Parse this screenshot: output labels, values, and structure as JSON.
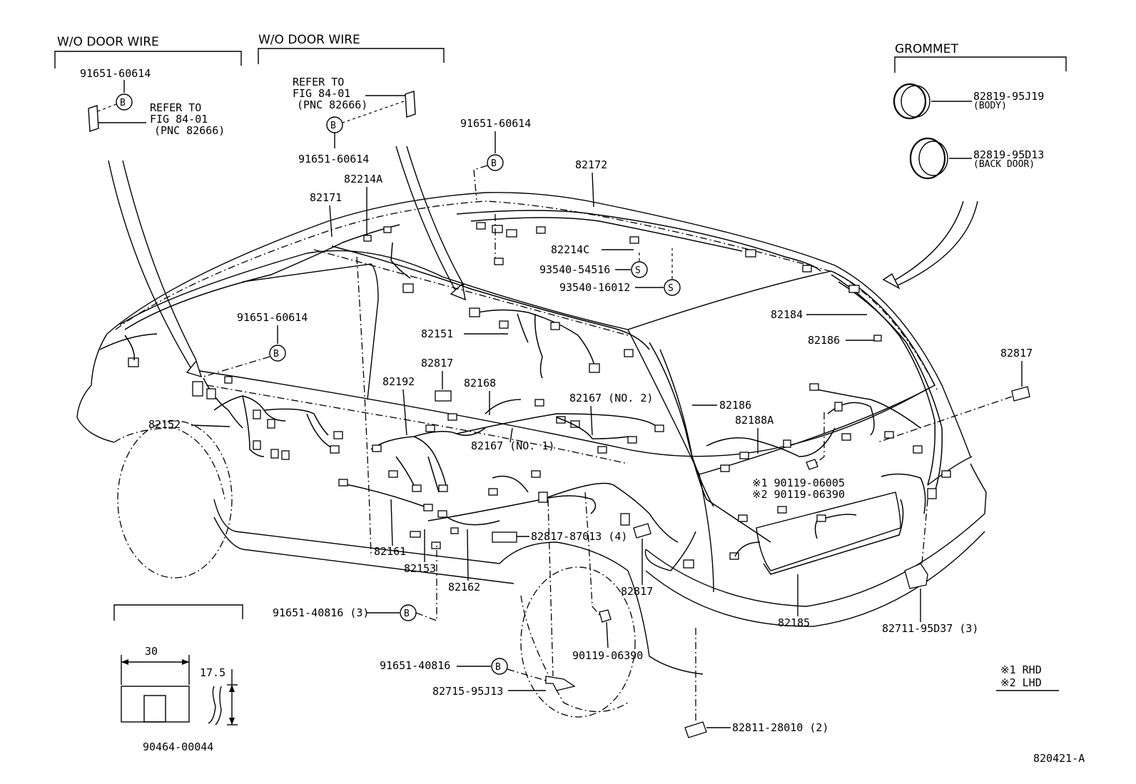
{
  "headers": {
    "wo_door_wire_left": "W/O DOOR WIRE",
    "wo_door_wire_mid": "W/O DOOR WIRE",
    "grommet": "GROMMET"
  },
  "symbols": {
    "b": "B",
    "s": "S"
  },
  "refer_left": {
    "line1": "REFER TO",
    "line2": "FIG 84-01",
    "line3": "(PNC 82666)"
  },
  "refer_mid": {
    "line1": "REFER TO",
    "line2": "FIG 84-01",
    "line3": "(PNC 82666)"
  },
  "grommet_items": [
    {
      "part": "82819-95J19",
      "note": "(BODY)"
    },
    {
      "part": "82819-95D13",
      "note": "(BACK DOOR)"
    }
  ],
  "parts": {
    "p91651_60614_a": "91651-60614",
    "p91651_60614_b": "91651-60614",
    "p91651_60614_c": "91651-60614",
    "p91651_60614_d": "91651-60614",
    "p82214a": "82214A",
    "p82171": "82171",
    "p82172": "82172",
    "p82214c": "82214C",
    "p93540_54516": "93540-54516",
    "p93540_16012": "93540-16012",
    "p82184": "82184",
    "p82186_a": "82186",
    "p82186_b": "82186",
    "p82151": "82151",
    "p82817_a": "82817",
    "p82817_b": "82817",
    "p82817_c": "82817",
    "p82192": "82192",
    "p82168": "82168",
    "p82167_no2": "82167 (NO. 2)",
    "p82167_no1": "82167 (NO. 1)",
    "p82152": "82152",
    "p82188a": "82188A",
    "p90119_06005": "※1 90119-06005",
    "p90119_06390_a": "※2 90119-06390",
    "p82817_87013": "82817-87013 (4)",
    "p82161": "82161",
    "p82153": "82153",
    "p82162": "82162",
    "p82185": "82185",
    "p82711_95d37": "82711-95D37 (3)",
    "p91651_40816_a": "91651-40816 (3)",
    "p91651_40816_b": "91651-40816",
    "p82715_95j13": "82715-95J13",
    "p90119_06390_b": "90119-06390",
    "p82811_28010": "82811-28010 (2)",
    "p90464_00044": "90464-00044"
  },
  "dimensions": {
    "width": "30",
    "height": "17.5"
  },
  "legend": {
    "rhd": "※1 RHD",
    "lhd": "※2 LHD"
  },
  "figure_id": "820421-A"
}
